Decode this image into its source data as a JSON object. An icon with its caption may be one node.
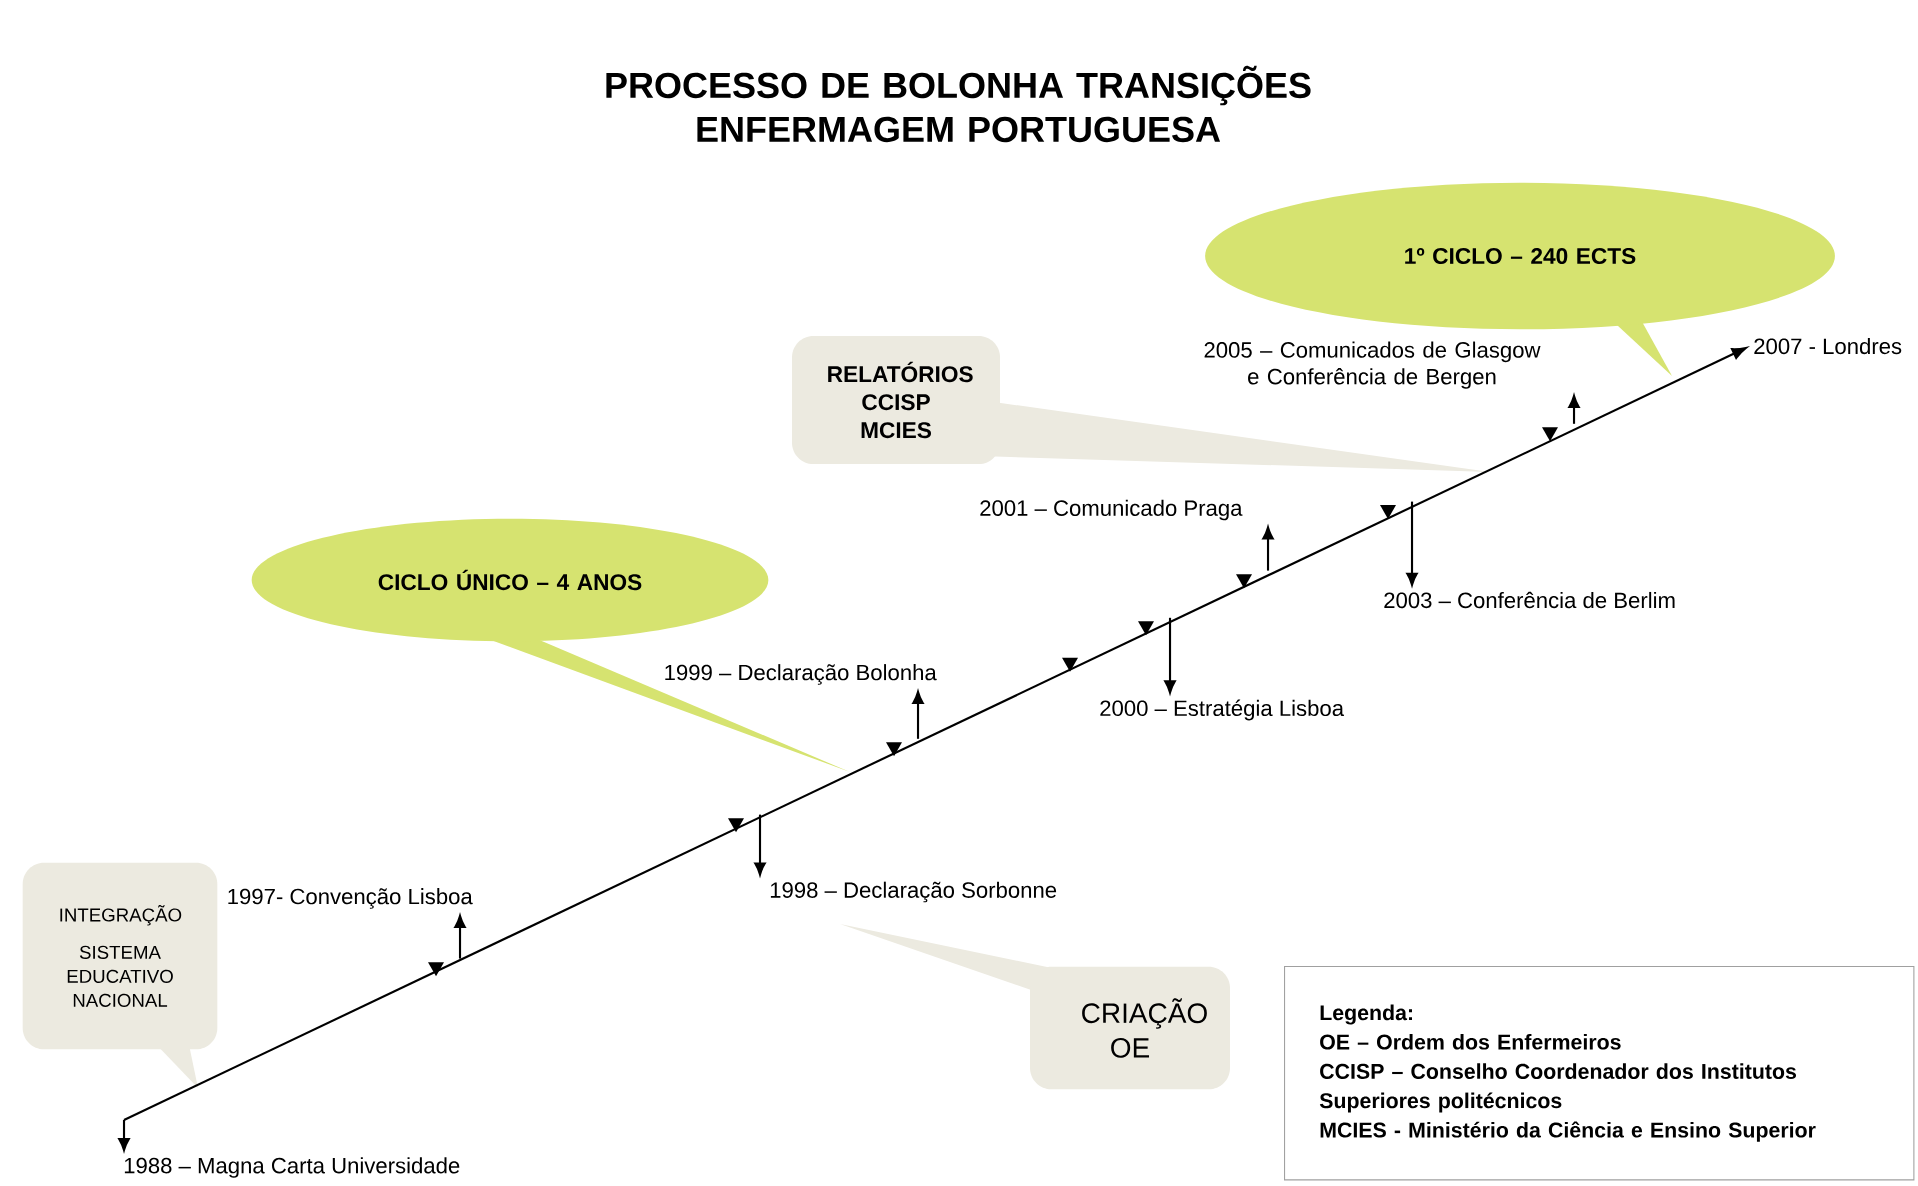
{
  "diagram": {
    "title": "PROCESSO DE BOLONHA TRANSIÇÕES ENFERMAGEM PORTUGUESA",
    "nodes": [
      {
        "text": [
          "1988 – Magna Carta Universidade"
        ]
      },
      {
        "text": [
          "1997- Convenção Lisboa"
        ]
      },
      {
        "text": [
          "1998 – Declaração Sorbonne"
        ]
      },
      {
        "text": [
          "1999 – Declaração Bolonha"
        ]
      },
      {
        "text": [
          "2000 – Estratégia Lisboa"
        ]
      },
      {
        "text": [
          "2001 – Comunicado Praga"
        ]
      },
      {
        "text": [
          "2003 – Conferência de Berlim"
        ]
      },
      {
        "text": [
          "2005 – Comunicados de Glasgow e Conferência de Bergen"
        ]
      },
      {
        "text": [
          "2007 - Londres"
        ]
      },
      {
        "text": [
          "INTEGRAÇÃO",
          "SISTEMA EDUCATIVO NACIONAL"
        ]
      },
      {
        "text": [
          "CICLO ÚNICO – 4 ANOS"
        ]
      },
      {
        "text": [
          "RELATÓRIOS CCISP MCIES"
        ]
      },
      {
        "text": [
          "1º CICLO – 240 ECTS"
        ]
      },
      {
        "text": [
          "CRIAÇÃO OE"
        ]
      },
      {
        "text": [
          "Legenda:",
          "OE – Ordem dos Enfermeiros",
          "CCISP – Conselho Coordenador dos Institutos Superiores politécnicos",
          "MCIES - Ministério da Ciência e Ensino Superior"
        ]
      }
    ],
    "edges": [
      {
        "from": 0,
        "to": 8,
        "arrow": "to"
      },
      {
        "from": null,
        "to": 0,
        "arrow": "to"
      },
      {
        "from": null,
        "to": 1,
        "arrow": "to"
      },
      {
        "from": null,
        "to": 2,
        "arrow": "to"
      },
      {
        "from": null,
        "to": 3,
        "arrow": "to"
      },
      {
        "from": null,
        "to": 4,
        "arrow": "to"
      },
      {
        "from": null,
        "to": 5,
        "arrow": "to"
      },
      {
        "from": null,
        "to": 6,
        "arrow": "to"
      },
      {
        "from": null,
        "to": 7,
        "arrow": "to"
      }
    ]
  }
}
